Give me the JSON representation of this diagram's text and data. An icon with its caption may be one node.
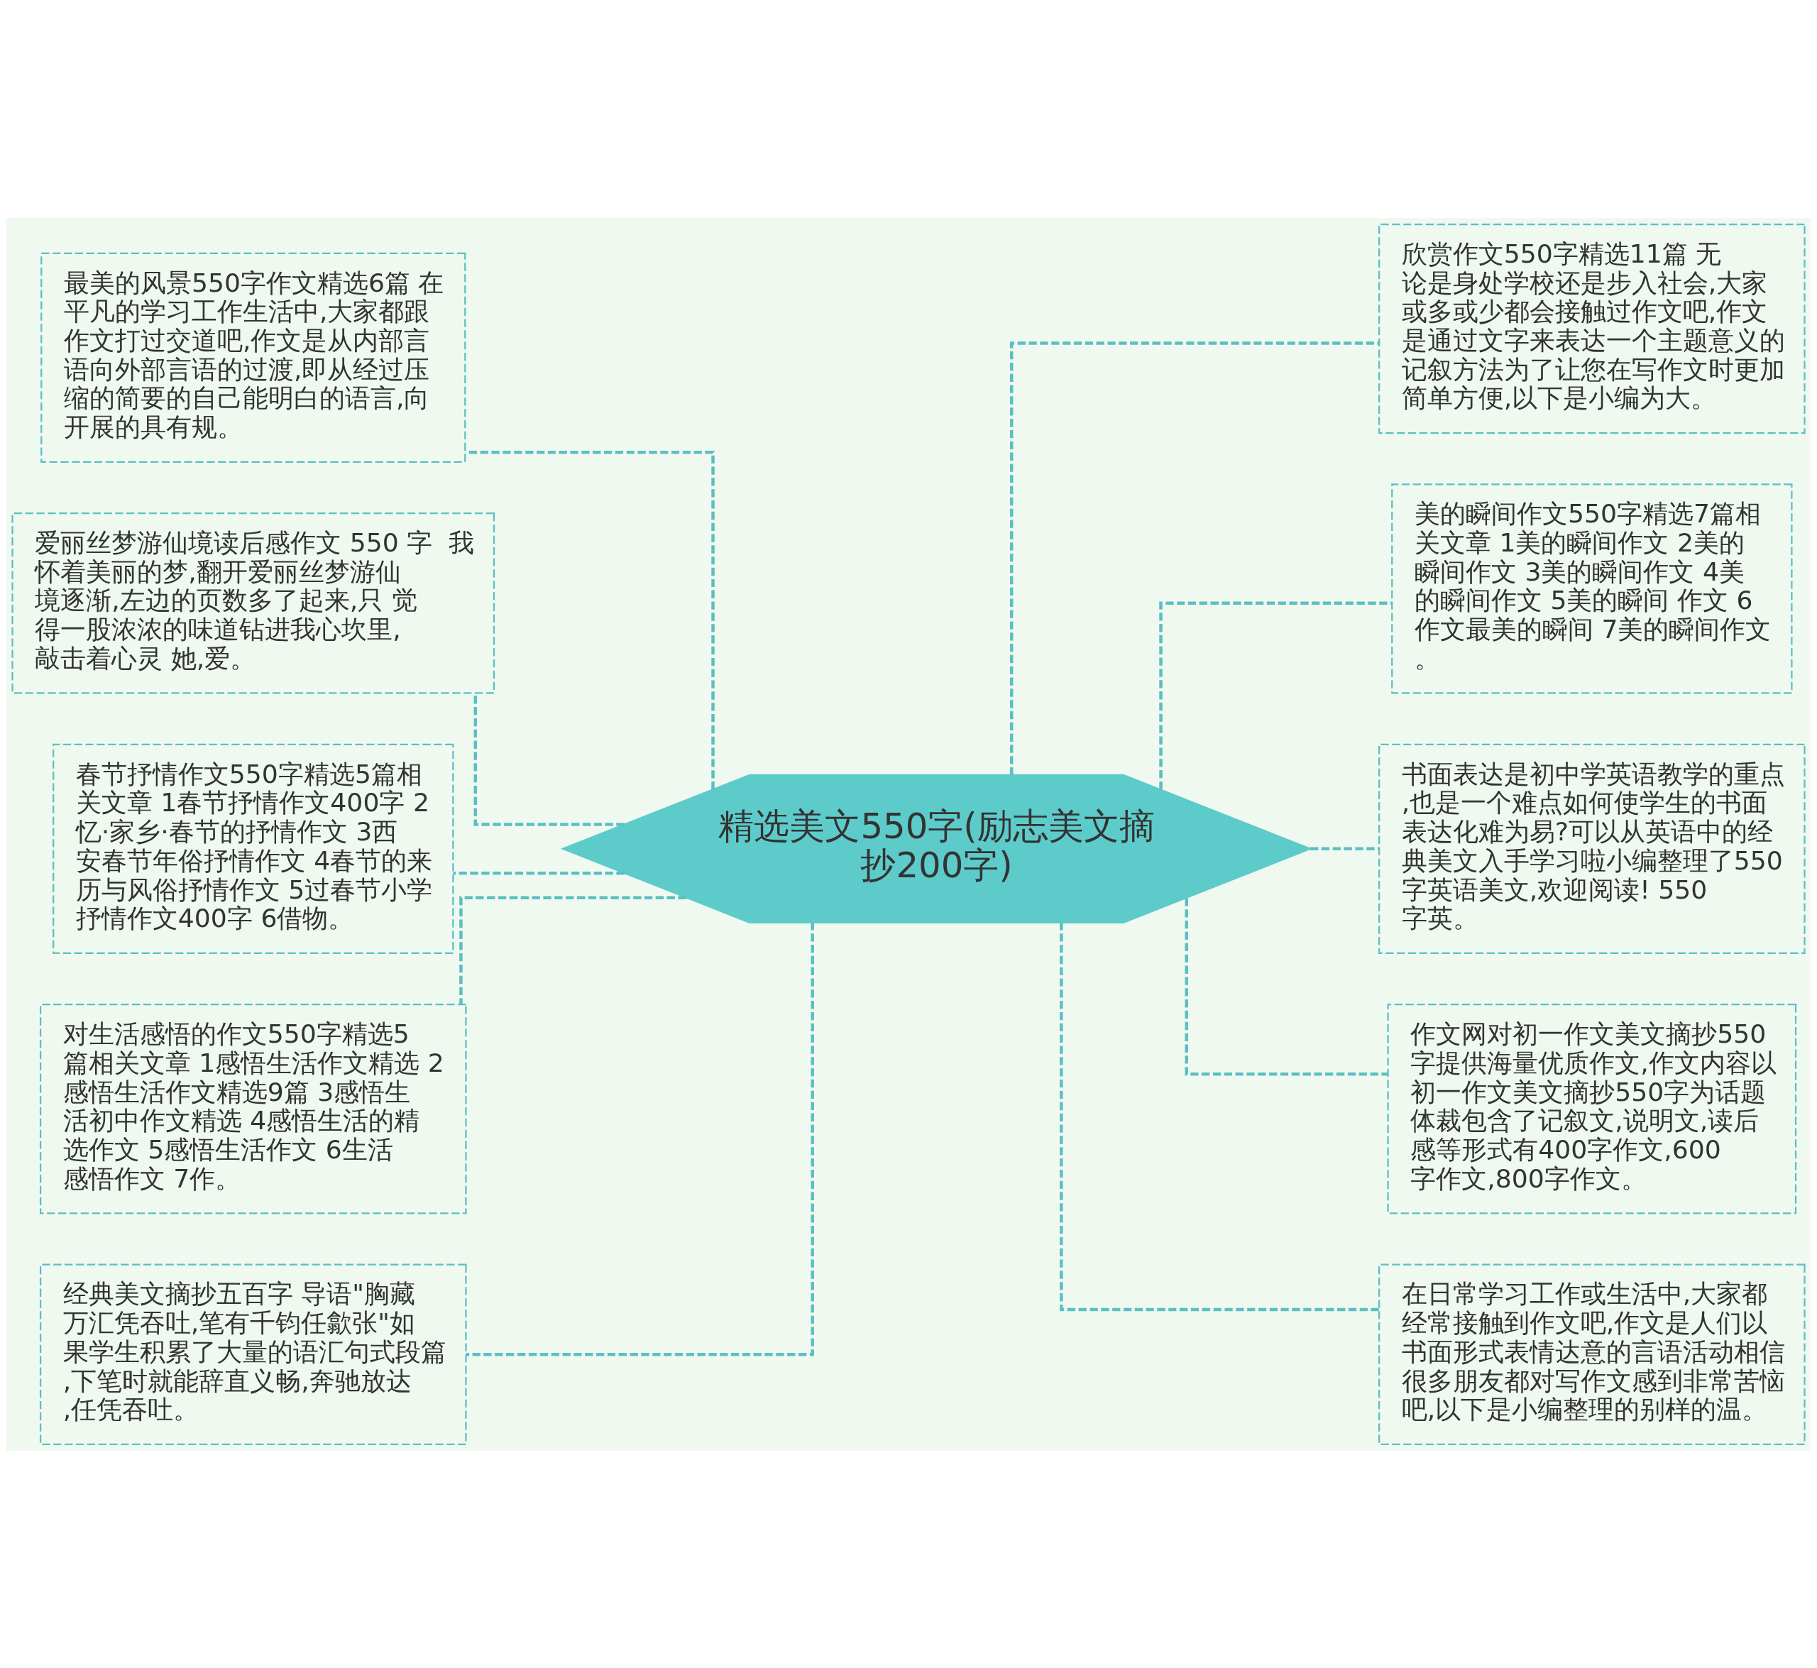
{
  "diagram": {
    "nodes": [
      {
        "text": [
          "精选美文550字(励志美文摘抄200字)"
        ]
      },
      {
        "text": [
          "最美的风景550字作文精选6篇 在平凡的学习工作生活中,大家都跟作文打过交道吧,作文是从内部言语向外部言语的过渡,即从经过压缩的简要的自己能明白的语言,向开展的具有规。"
        ]
      },
      {
        "text": [
          "爱丽丝梦游仙境读后感作文 550 字  我怀着美丽的梦,翻开爱丽丝梦游仙境逐渐,左边的页数多了起来,只 觉得一股浓浓的味道钻进我心坎里,敲击着心灵 她,爱。"
        ]
      },
      {
        "text": [
          "春节抒情作文550字精选5篇相关文章 1春节抒情作文400字 2忆·家乡·春节的抒情作文 3西安春节年俗抒情作文 4春节的来历与风俗抒情作文 5过春节小学抒情作文400字 6借物。"
        ]
      },
      {
        "text": [
          "对生活感悟的作文550字精选5篇相关文章 1感悟生活作文精选 2感悟生活作文精选9篇 3感悟生活初中作文精选 4感悟生活的精选作文 5感悟生活作文 6生活感悟作文 7作。"
        ]
      },
      {
        "text": [
          "经典美文摘抄五百字 导语\"胸藏万汇凭吞吐,笔有千钧任歙张\"如果学生积累了大量的语汇句式段篇,下笔时就能辞直义畅,奔驰放达,任凭吞吐。"
        ]
      },
      {
        "text": [
          "欣赏作文550字精选11篇 无论是身处学校还是步入社会,大家或多或少都会接触过作文吧,作文是通过文字来表达一个主题意义的记叙方法为了让您在写作文时更加简单方便,以下是小编为大。"
        ]
      },
      {
        "text": [
          "美的瞬间作文550字精选7篇相关文章 1美的瞬间作文 2美的瞬间作文 3美的瞬间作文 4美的瞬间作文 5美的瞬间 作文 6作文最美的瞬间 7美的瞬间作文。"
        ]
      },
      {
        "text": [
          "书面表达是初中学英语教学的重点,也是一个难点如何使学生的书面表达化难为易?可以从英语中的经典美文入手学习啦小编整理了550字英语美文,欢迎阅读! 550字英。"
        ]
      },
      {
        "text": [
          "作文网对初一作文美文摘抄550字提供海量优质作文,作文内容以初一作文美文摘抄550字为话题体裁包含了记叙文,说明文,读后感等形式有400字作文,600字作文,800字作文。"
        ]
      },
      {
        "text": [
          "在日常学习工作或生活中,大家都经常接触到作文吧,作文是人们以书面形式表情达意的言语活动相信很多朋友都对写作文感到非常苦恼吧,以下是小编整理的别样的温。"
        ]
      }
    ],
    "edges": [
      {
        "from": 0,
        "to": 1,
        "arrow": "none",
        "style": "dashed"
      },
      {
        "from": 0,
        "to": 2,
        "arrow": "none",
        "style": "dashed"
      },
      {
        "from": 0,
        "to": 3,
        "arrow": "none",
        "style": "dashed"
      },
      {
        "from": 0,
        "to": 4,
        "arrow": "none",
        "style": "dashed"
      },
      {
        "from": 0,
        "to": 5,
        "arrow": "none",
        "style": "dashed"
      },
      {
        "from": 0,
        "to": 6,
        "arrow": "none",
        "style": "dashed"
      },
      {
        "from": 0,
        "to": 7,
        "arrow": "none",
        "style": "dashed"
      },
      {
        "from": 0,
        "to": 8,
        "arrow": "none",
        "style": "dashed"
      },
      {
        "from": 0,
        "to": 9,
        "arrow": "none",
        "style": "dashed"
      },
      {
        "from": 0,
        "to": 10,
        "arrow": "none",
        "style": "dashed"
      }
    ]
  }
}
